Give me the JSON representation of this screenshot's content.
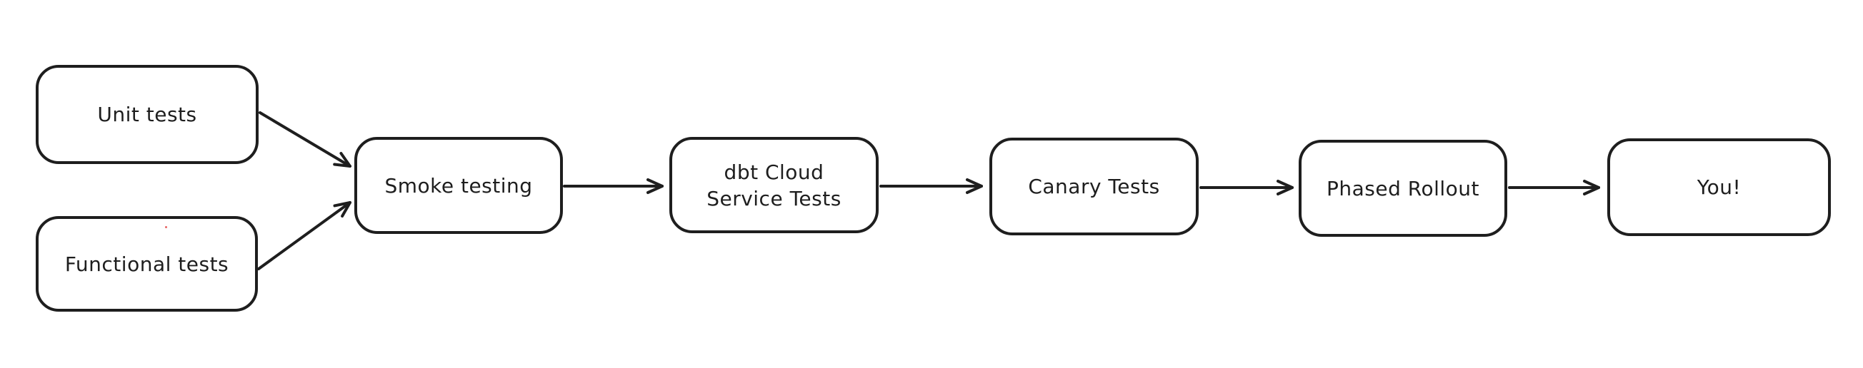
{
  "diagram": {
    "type": "flowchart",
    "style": "hand-drawn (excalidraw-like)",
    "background_color": "#ffffff",
    "stroke_color": "#1e1e1e",
    "artifact_dot_color": "#e03131",
    "nodes": [
      {
        "id": "unit-tests",
        "label": "Unit tests"
      },
      {
        "id": "functional-tests",
        "label": "Functional tests"
      },
      {
        "id": "smoke-testing",
        "label": "Smoke testing"
      },
      {
        "id": "dbt-cloud-service-tests",
        "label": "dbt Cloud Service Tests",
        "lines": [
          "dbt Cloud",
          "Service Tests"
        ]
      },
      {
        "id": "canary-tests",
        "label": "Canary Tests"
      },
      {
        "id": "phased-rollout",
        "label": "Phased Rollout"
      },
      {
        "id": "you",
        "label": "You!"
      }
    ],
    "edges": [
      {
        "from": "unit-tests",
        "to": "smoke-testing"
      },
      {
        "from": "functional-tests",
        "to": "smoke-testing"
      },
      {
        "from": "smoke-testing",
        "to": "dbt-cloud-service-tests"
      },
      {
        "from": "dbt-cloud-service-tests",
        "to": "canary-tests"
      },
      {
        "from": "canary-tests",
        "to": "phased-rollout"
      },
      {
        "from": "phased-rollout",
        "to": "you"
      }
    ]
  }
}
